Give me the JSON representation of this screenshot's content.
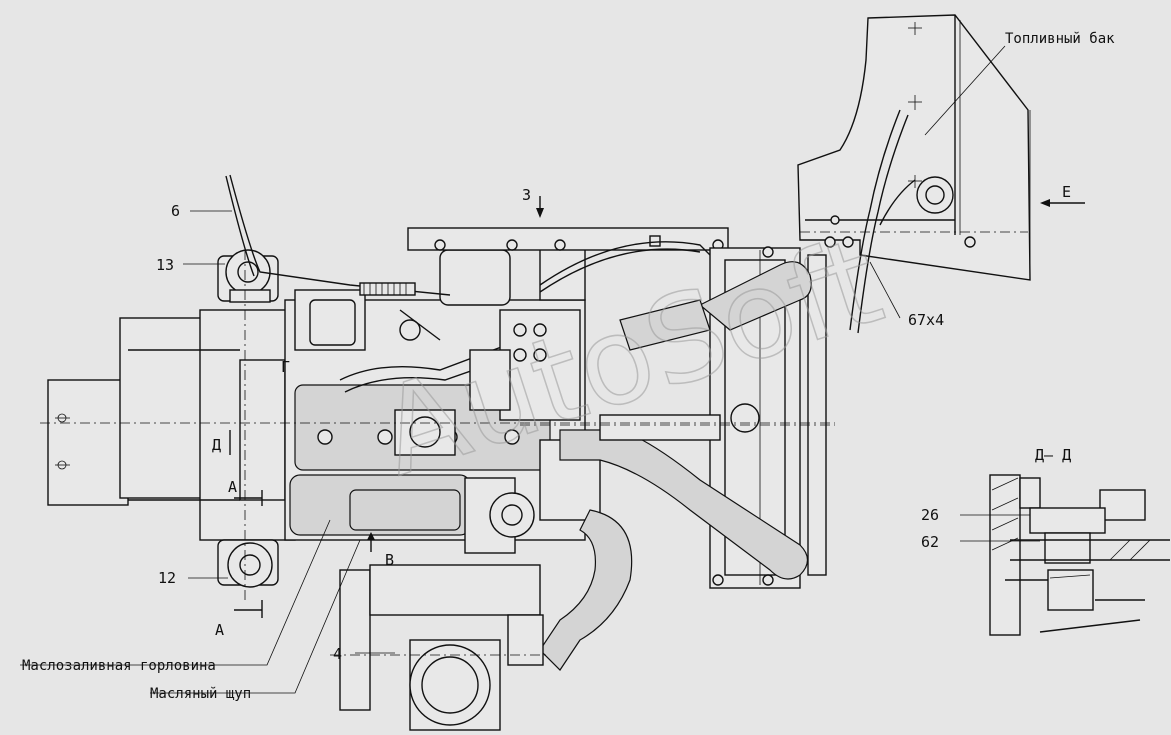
{
  "labels": {
    "fuel_tank": "Топливный бак",
    "oil_filler": "Маслозаливная горловина",
    "dipstick": "Масляный щуп",
    "section_d": "Д– Д",
    "view_e": "Е",
    "view_z": "З",
    "view_v": "В",
    "view_g": "Г",
    "view_a_top": "А",
    "view_a_bottom": "А",
    "view_d": "Д",
    "pos_6": "6",
    "pos_13": "13",
    "pos_12": "12",
    "pos_4": "4",
    "pos_26": "26",
    "pos_62": "62",
    "pos_67x4": "67х4"
  },
  "watermark": "AutoSoft"
}
